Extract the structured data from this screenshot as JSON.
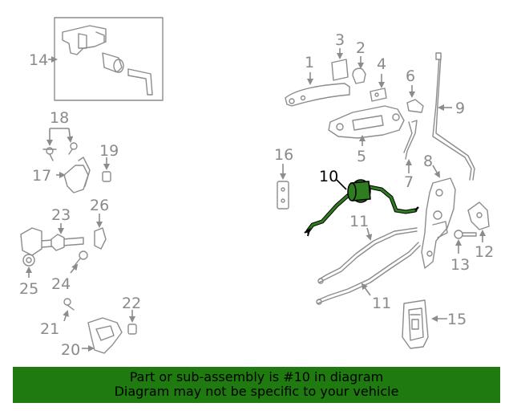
{
  "diagram": {
    "callouts": {
      "c1": "1",
      "c2": "2",
      "c3": "3",
      "c4": "4",
      "c5": "5",
      "c6": "6",
      "c7": "7",
      "c8": "8",
      "c9": "9",
      "c10": "10",
      "c11a": "11",
      "c11b": "11",
      "c12": "12",
      "c13": "13",
      "c14": "14",
      "c15": "15",
      "c16": "16",
      "c17": "17",
      "c18": "18",
      "c19": "19",
      "c20": "20",
      "c21": "21",
      "c22": "22",
      "c23": "23",
      "c24": "24",
      "c25": "25",
      "c26": "26"
    },
    "highlight_part": "10",
    "colors": {
      "highlight": "#2e7d1e",
      "parts": "#8c8c8c",
      "banner": "#1f7a10"
    }
  },
  "banner": {
    "line1": "Part or sub-assembly is #10 in diagram",
    "line2": "Diagram may not be specific to your vehicle"
  }
}
